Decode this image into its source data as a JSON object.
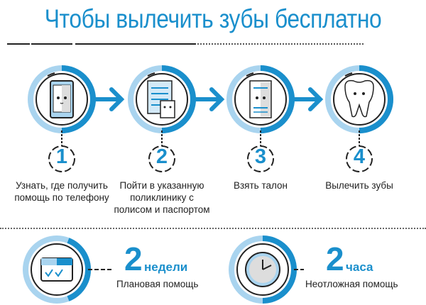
{
  "title": "Чтобы вылечить зубы бесплатно",
  "colors": {
    "accent": "#1a8fcc",
    "light_accent": "#a9d4ef",
    "dark": "#222222"
  },
  "steps": [
    {
      "number": "1",
      "icon": "smartphone-icon",
      "caption": "Узнать, где получить помощь по телефону"
    },
    {
      "number": "2",
      "icon": "documents-icon",
      "caption": "Пойти в указанную поликлинику с полисом и паспортом"
    },
    {
      "number": "3",
      "icon": "ticket-icon",
      "caption": "Взять талон"
    },
    {
      "number": "4",
      "icon": "tooth-icon",
      "caption": "Вылечить зубы"
    }
  ],
  "timing": [
    {
      "icon": "calendar-icon",
      "value": "2",
      "unit": "недели",
      "label": "Плановая помощь"
    },
    {
      "icon": "clock-icon",
      "value": "2",
      "unit": "часа",
      "label": "Неотложная помощь"
    }
  ]
}
